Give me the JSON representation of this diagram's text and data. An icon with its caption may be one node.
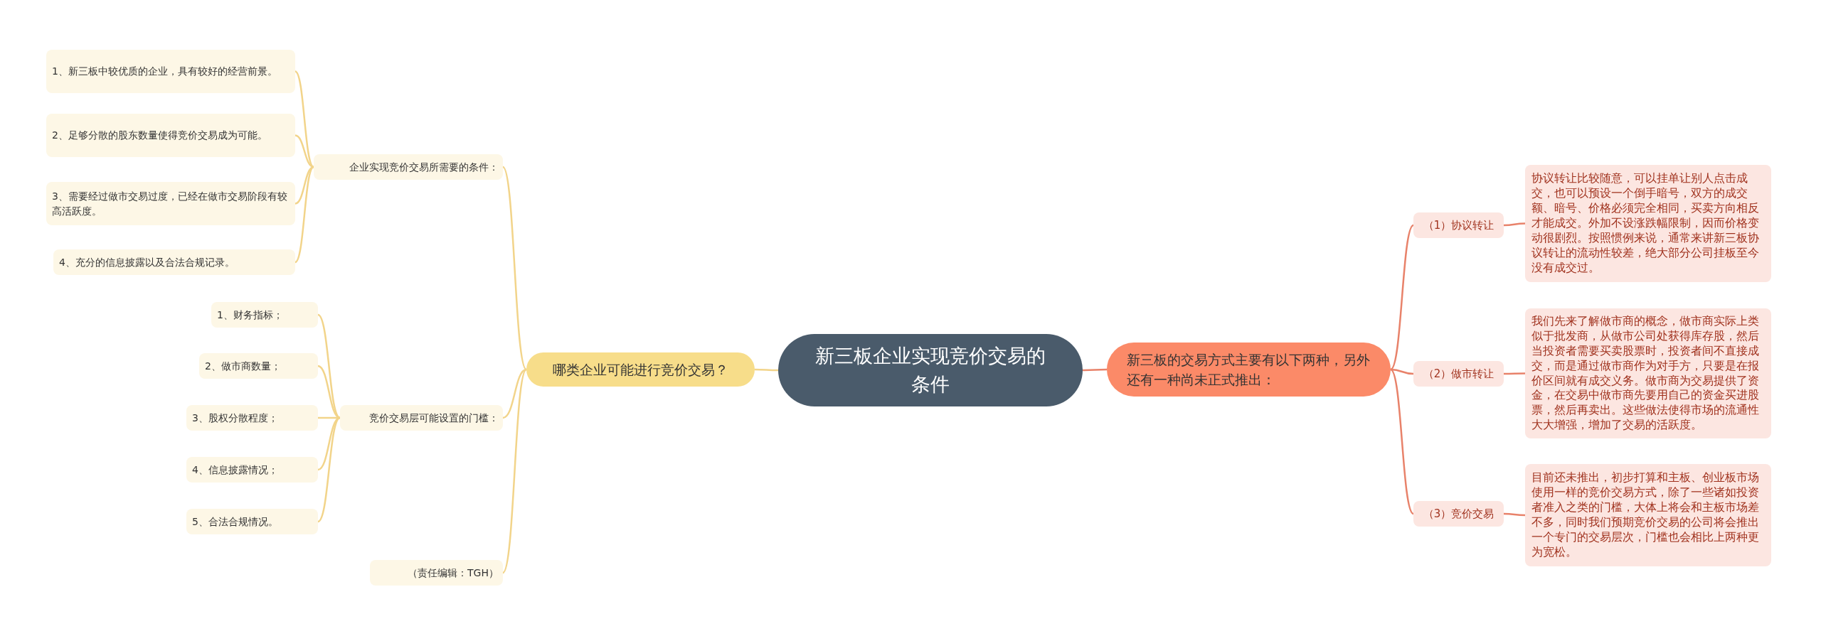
{
  "diagram": {
    "nodes": [
      {
        "text": [
          "新三板企业实现竞价交易的条件"
        ]
      },
      {
        "text": [
          "哪类企业可能进行竞价交易？"
        ]
      },
      {
        "text": [
          "企业实现竞价交易所需要的条件："
        ]
      },
      {
        "text": [
          "1、新三板中较优质的企业，具有较好的经营前景。"
        ]
      },
      {
        "text": [
          "2、足够分散的股东数量使得竞价交易成为可能。"
        ]
      },
      {
        "text": [
          "3、需要经过做市交易过度，已经在做市交易阶段有较高活跃度。"
        ]
      },
      {
        "text": [
          "4、充分的信息披露以及合法合规记录。"
        ]
      },
      {
        "text": [
          "竞价交易层可能设置的门槛："
        ]
      },
      {
        "text": [
          "1、财务指标；"
        ]
      },
      {
        "text": [
          "2、做市商数量；"
        ]
      },
      {
        "text": [
          "3、股权分散程度；"
        ]
      },
      {
        "text": [
          "4、信息披露情况；"
        ]
      },
      {
        "text": [
          "5、合法合规情况。"
        ]
      },
      {
        "text": [
          "（责任编辑：TGH）"
        ]
      },
      {
        "text": [
          "新三板的交易方式主要有以下两种，另外还有一种尚未正式推出："
        ]
      },
      {
        "text": [
          "（1）协议转让"
        ]
      },
      {
        "text": [
          "协议转让比较随意，可以挂单让别人点击成交，也可以预设一个倒手暗号，双方的成交额、暗号、价格必须完全相同，买卖方向相反才能成交。外加不设涨跌幅限制，因而价格变动很剧烈。按照惯例来说，通常来讲新三板协议转让的流动性较差，绝大部分公司挂板至今没有成交过。"
        ]
      },
      {
        "text": [
          "（2）做市转让"
        ]
      },
      {
        "text": [
          "我们先来了解做市商的概念，做市商实际上类似于批发商，从做市公司处获得库存股，然后当投资者需要买卖股票时，投资者间不直接成交，而是通过做市商作为对手方，只要是在报价区间就有成交义务。做市商为交易提供了资金，在交易中做市商先要用自己的资金买进股票，然后再卖出。这些做法使得市场的流通性大大增强，增加了交易的活跃度。"
        ]
      },
      {
        "text": [
          "（3）竞价交易"
        ]
      },
      {
        "text": [
          "目前还未推出，初步打算和主板、创业板市场使用一样的竞价交易方式，除了一些诸如投资者准入之类的门槛，大体上将会和主板市场差不多，同时我们预期竞价交易的公司将会推出一个专门的交易层次，门槛也会相比上两种更为宽松。"
        ]
      }
    ],
    "edges": [
      {
        "from": 0,
        "to": 1,
        "arrow": "none"
      },
      {
        "from": 1,
        "to": 2,
        "arrow": "none"
      },
      {
        "from": 2,
        "to": 3,
        "arrow": "none"
      },
      {
        "from": 2,
        "to": 4,
        "arrow": "none"
      },
      {
        "from": 2,
        "to": 5,
        "arrow": "none"
      },
      {
        "from": 2,
        "to": 6,
        "arrow": "none"
      },
      {
        "from": 1,
        "to": 7,
        "arrow": "none"
      },
      {
        "from": 7,
        "to": 8,
        "arrow": "none"
      },
      {
        "from": 7,
        "to": 9,
        "arrow": "none"
      },
      {
        "from": 7,
        "to": 10,
        "arrow": "none"
      },
      {
        "from": 7,
        "to": 11,
        "arrow": "none"
      },
      {
        "from": 7,
        "to": 12,
        "arrow": "none"
      },
      {
        "from": 1,
        "to": 13,
        "arrow": "none"
      },
      {
        "from": 0,
        "to": 14,
        "arrow": "none",
        "color": "#e8826a"
      },
      {
        "from": 14,
        "to": 15,
        "arrow": "none",
        "color": "#e8826a"
      },
      {
        "from": 15,
        "to": 16,
        "arrow": "none",
        "color": "#e8826a"
      },
      {
        "from": 14,
        "to": 17,
        "arrow": "none",
        "color": "#e8826a"
      },
      {
        "from": 17,
        "to": 18,
        "arrow": "none",
        "color": "#e8826a"
      },
      {
        "from": 14,
        "to": 19,
        "arrow": "none",
        "color": "#e8826a"
      },
      {
        "from": 19,
        "to": 20,
        "arrow": "none",
        "color": "#e8826a"
      }
    ]
  }
}
